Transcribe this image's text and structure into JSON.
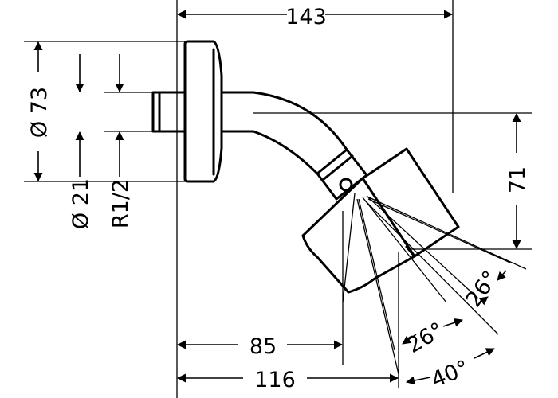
{
  "dimensions": {
    "overall_width": "143",
    "head_height": "71",
    "flange_diameter": "Ø 73",
    "pipe_diameter": "Ø 21",
    "thread": "R1/2",
    "offset_85": "85",
    "offset_116": "116",
    "angle_26_a": "26°",
    "angle_26_b": "26°",
    "angle_40": "40°"
  }
}
